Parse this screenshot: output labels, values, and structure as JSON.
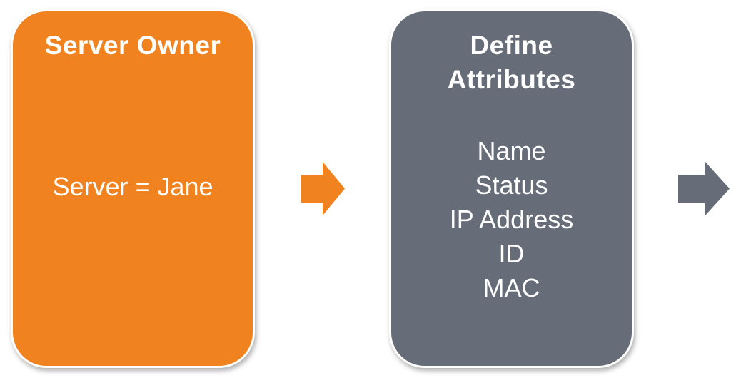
{
  "canvas": {
    "background": "#ffffff"
  },
  "colors": {
    "orange": "#F0831F",
    "slate": "#666C78",
    "text_on_fill": "#ffffff"
  },
  "cards": {
    "owner": {
      "title": "Server Owner",
      "body": "Server = Jane"
    },
    "attributes": {
      "title_line1": "Define",
      "title_line2": "Attributes",
      "items": [
        "Name",
        "Status",
        "IP Address",
        "ID",
        "MAC"
      ]
    }
  },
  "arrows": {
    "between": {
      "direction": "right",
      "color": "#F0831F"
    },
    "exit": {
      "direction": "right",
      "color": "#666C78"
    }
  }
}
